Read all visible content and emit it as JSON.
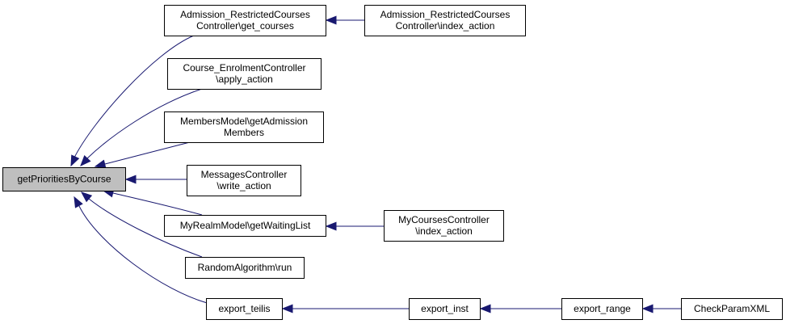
{
  "diagram": {
    "nodes": [
      {
        "id": "root",
        "lines": [
          "getPrioritiesByCourse"
        ]
      },
      {
        "id": "admission-get-courses",
        "lines": [
          "Admission_RestrictedCourses",
          "Controller\\get_courses"
        ]
      },
      {
        "id": "admission-index-action",
        "lines": [
          "Admission_RestrictedCourses",
          "Controller\\index_action"
        ]
      },
      {
        "id": "course-enrolment-apply",
        "lines": [
          "Course_EnrolmentController",
          "\\apply_action"
        ]
      },
      {
        "id": "members-model",
        "lines": [
          "MembersModel\\getAdmission",
          "Members"
        ]
      },
      {
        "id": "messages-write",
        "lines": [
          "MessagesController",
          "\\write_action"
        ]
      },
      {
        "id": "myrealm-waiting",
        "lines": [
          "MyRealmModel\\getWaitingList"
        ]
      },
      {
        "id": "mycourses-index",
        "lines": [
          "MyCoursesController",
          "\\index_action"
        ]
      },
      {
        "id": "random-run",
        "lines": [
          "RandomAlgorithm\\run"
        ]
      },
      {
        "id": "export-teilis",
        "lines": [
          "export_teilis"
        ]
      },
      {
        "id": "export-inst",
        "lines": [
          "export_inst"
        ]
      },
      {
        "id": "export-range",
        "lines": [
          "export_range"
        ]
      },
      {
        "id": "checkparamxml",
        "lines": [
          "CheckParamXML"
        ]
      }
    ]
  }
}
